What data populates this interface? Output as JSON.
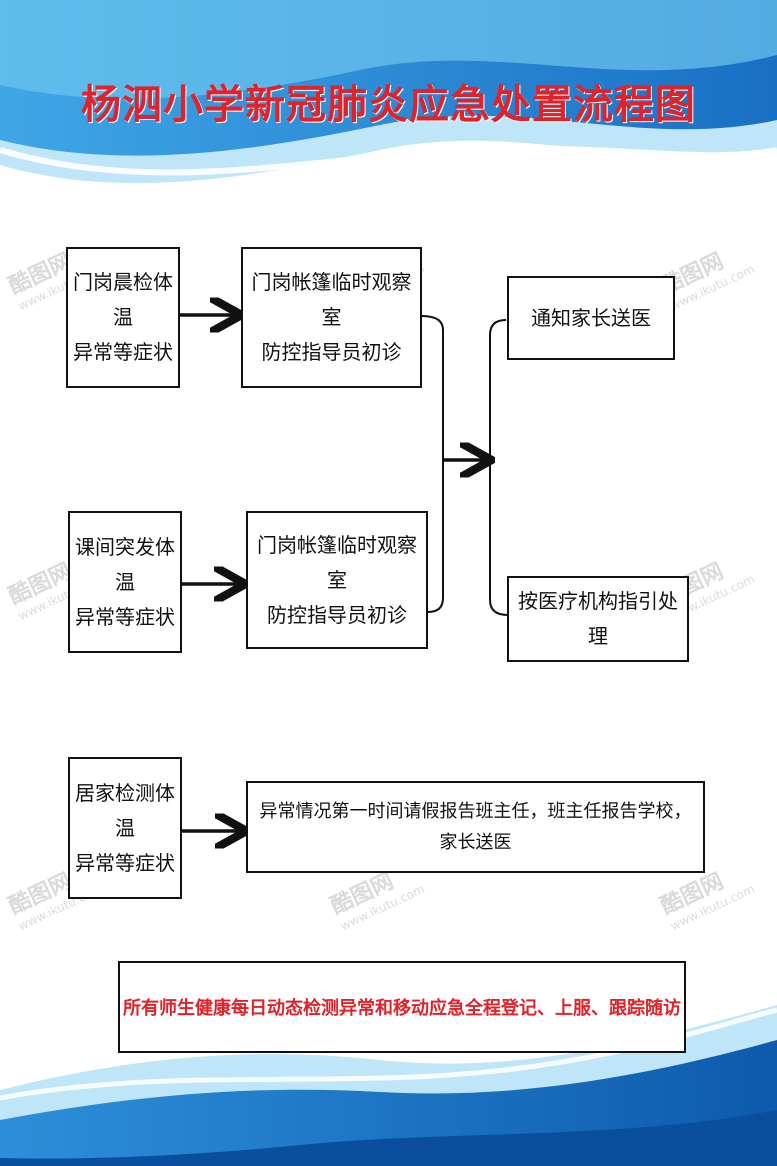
{
  "title": "杨泗小学新冠肺炎应急处置流程图",
  "boxes": {
    "morning_check": [
      "门岗晨检体温",
      "异常等症状"
    ],
    "class_sudden": [
      "课间突发体温",
      "异常等症状"
    ],
    "home_check": [
      "居家检测体温",
      "异常等症状"
    ],
    "tent_obs_1": [
      "门岗帐篷临时观察室",
      "防控指导员初诊"
    ],
    "tent_obs_2": [
      "门岗帐篷临时观察室",
      "防控指导员初诊"
    ],
    "notify_parent": "通知家长送医",
    "medical_guidance": "按医疗机构指引处理",
    "home_report": "异常情况第一时间请假报告班主任，班主任报告学校，家长送医"
  },
  "notice": "所有师生健康每日动态检测异常和移动应急全程登记、上服、跟踪随访",
  "watermark": {
    "brand": "酷图网",
    "url": "www.ikutu.com"
  },
  "colors": {
    "title": "#e0222a",
    "notice": "#e0222a",
    "wave_dark": "#1a78c8",
    "wave_light": "#8fd0f2"
  }
}
